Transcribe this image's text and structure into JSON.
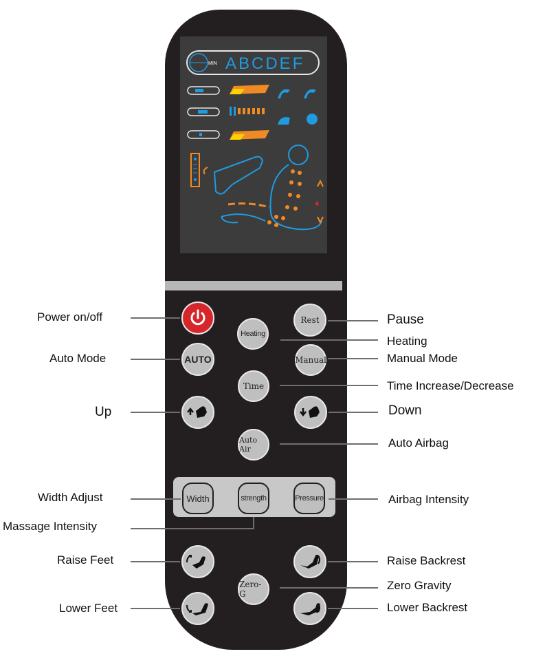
{
  "display": {
    "min_label": "MIN",
    "programs": "ABCDEF"
  },
  "buttons": {
    "power": "",
    "rest": "Rest",
    "heating": "Heating",
    "auto": "AUTO",
    "manual": "Manual",
    "time": "Time",
    "up": "",
    "down": "",
    "auto_air": "Auto Air",
    "width": "Width",
    "strength": "strength",
    "pressure": "Pressure",
    "zero_g": "Zero-G"
  },
  "labels": {
    "power": "Power on/off",
    "pause": "Pause",
    "heating": "Heating",
    "auto_mode": "Auto Mode",
    "manual_mode": "Manual Mode",
    "time": "Time Increase/Decrease",
    "up": "Up",
    "down": "Down",
    "auto_airbag": "Auto Airbag",
    "width_adjust": "Width Adjust",
    "airbag_intensity": "Airbag Intensity",
    "massage_intensity": "Massage Intensity",
    "raise_feet": "Raise Feet",
    "raise_backrest": "Raise Backrest",
    "zero_gravity": "Zero Gravity",
    "lower_feet": "Lower Feet",
    "lower_backrest": "Lower Backrest"
  },
  "colors": {
    "remote_body": "#231f20",
    "screen_bg": "#3c3c3c",
    "button_face": "#bfbfbf",
    "power_red": "#d7262b",
    "display_blue": "#1f9be0",
    "display_orange": "#f08a24",
    "display_yellow": "#ffd200"
  },
  "icons": [
    "power-icon",
    "recline-up-icon",
    "recline-down-icon",
    "raise-feet-icon",
    "lower-feet-icon",
    "raise-backrest-icon",
    "lower-backrest-icon"
  ]
}
